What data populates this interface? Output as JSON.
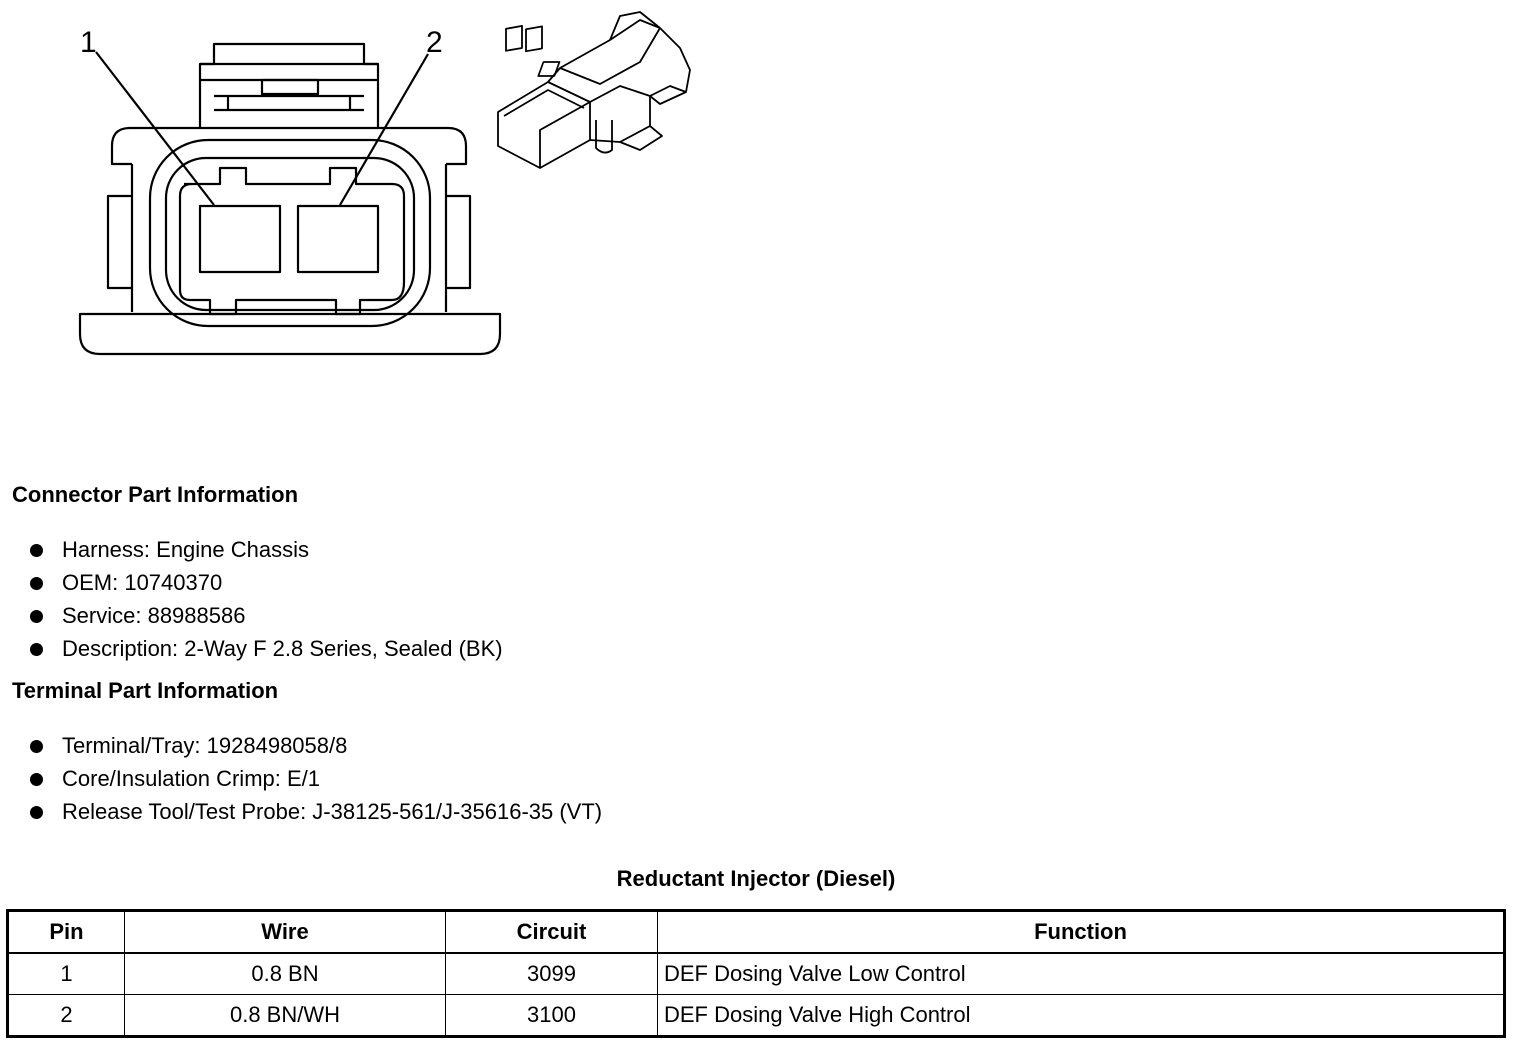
{
  "diagram": {
    "pin_labels": [
      "1",
      "2"
    ]
  },
  "connector_info": {
    "heading": "Connector Part Information",
    "items": [
      "Harness: Engine Chassis",
      "OEM: 10740370",
      "Service: 88988586",
      "Description: 2-Way F 2.8 Series, Sealed (BK)"
    ]
  },
  "terminal_info": {
    "heading": "Terminal Part Information",
    "items": [
      "Terminal/Tray: 1928498058/8",
      "Core/Insulation Crimp: E/1",
      "Release Tool/Test Probe: J-38125-561/J-35616-35 (VT)"
    ]
  },
  "pin_table": {
    "title": "Reductant Injector (Diesel)",
    "headers": [
      "Pin",
      "Wire",
      "Circuit",
      "Function"
    ],
    "rows": [
      [
        "1",
        "0.8 BN",
        "3099",
        "DEF Dosing Valve Low Control"
      ],
      [
        "2",
        "0.8 BN/WH",
        "3100",
        "DEF Dosing Valve High Control"
      ]
    ]
  }
}
